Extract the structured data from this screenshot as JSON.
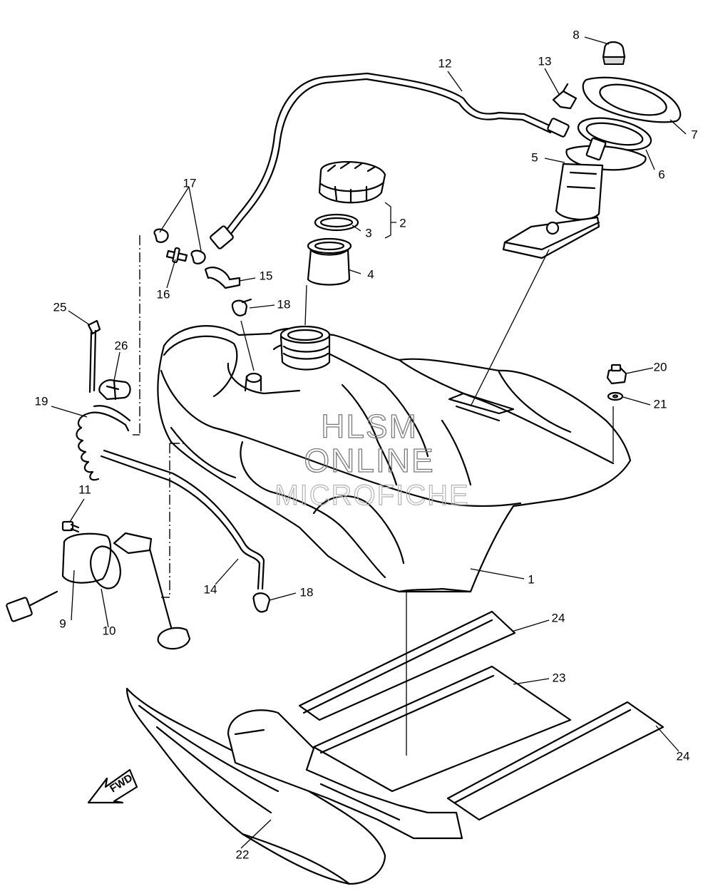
{
  "callouts": [
    {
      "id": "1",
      "label": "1"
    },
    {
      "id": "2",
      "label": "2"
    },
    {
      "id": "3",
      "label": "3"
    },
    {
      "id": "4",
      "label": "4"
    },
    {
      "id": "5",
      "label": "5"
    },
    {
      "id": "6",
      "label": "6"
    },
    {
      "id": "7",
      "label": "7"
    },
    {
      "id": "8",
      "label": "8"
    },
    {
      "id": "9",
      "label": "9"
    },
    {
      "id": "10",
      "label": "10"
    },
    {
      "id": "11",
      "label": "11"
    },
    {
      "id": "12",
      "label": "12"
    },
    {
      "id": "13",
      "label": "13"
    },
    {
      "id": "14",
      "label": "14"
    },
    {
      "id": "15",
      "label": "15"
    },
    {
      "id": "16",
      "label": "16"
    },
    {
      "id": "17",
      "label": "17"
    },
    {
      "id": "18a",
      "label": "18"
    },
    {
      "id": "18b",
      "label": "18"
    },
    {
      "id": "19",
      "label": "19"
    },
    {
      "id": "20",
      "label": "20"
    },
    {
      "id": "21",
      "label": "21"
    },
    {
      "id": "22",
      "label": "22"
    },
    {
      "id": "23",
      "label": "23"
    },
    {
      "id": "24a",
      "label": "24"
    },
    {
      "id": "24b",
      "label": "24"
    },
    {
      "id": "25",
      "label": "25"
    },
    {
      "id": "26",
      "label": "26"
    }
  ],
  "watermark": {
    "line1": "HLSM",
    "line2": "ONLINE",
    "line3": "MICROFICHE"
  },
  "direction_arrow": {
    "label": "FWD"
  }
}
